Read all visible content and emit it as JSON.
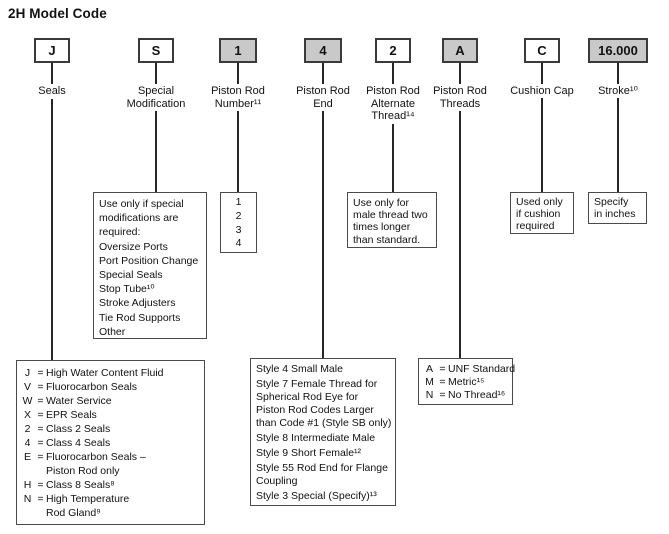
{
  "title": "2H Model Code",
  "separator": "=",
  "colors": {
    "shaded_box_fill": "#c9c9c9",
    "box_border": "#3a3a3a",
    "line": "#262626",
    "detail_border": "#4a4a4a",
    "background": "#ffffff",
    "text": "#111111"
  },
  "columns": [
    {
      "code": "J",
      "shaded": false,
      "label_lines": [
        "Seals"
      ]
    },
    {
      "code": "S",
      "shaded": false,
      "label_lines": [
        "Special",
        "Modification"
      ]
    },
    {
      "code": "1",
      "shaded": true,
      "label_lines": [
        "Piston Rod",
        "Number¹¹"
      ]
    },
    {
      "code": "4",
      "shaded": true,
      "label_lines": [
        "Piston Rod",
        "End"
      ]
    },
    {
      "code": "2",
      "shaded": false,
      "label_lines": [
        "Piston Rod",
        "Alternate",
        "Thread¹⁴"
      ]
    },
    {
      "code": "A",
      "shaded": true,
      "label_lines": [
        "Piston Rod",
        "Threads"
      ]
    },
    {
      "code": "C",
      "shaded": false,
      "label_lines": [
        "Cushion Cap"
      ]
    },
    {
      "code": "16.000",
      "shaded": true,
      "label_lines": [
        "Stroke¹⁰"
      ]
    }
  ],
  "special_modification_box": {
    "lines": [
      "Use only if special",
      "modifications are",
      "required:",
      "Oversize Ports",
      "Port Position Change",
      "Special Seals",
      "Stop Tube¹⁰",
      "Stroke Adjusters",
      "Tie Rod Supports",
      "Other"
    ]
  },
  "rod_number_box": {
    "values": [
      "1",
      "2",
      "3",
      "4"
    ]
  },
  "alt_thread_box": {
    "lines": [
      "Use only for",
      "male thread two",
      "times longer",
      "than standard."
    ]
  },
  "cushion_box": {
    "lines": [
      "Used only",
      "if cushion",
      "required"
    ]
  },
  "stroke_box": {
    "lines": [
      "Specify",
      "in inches"
    ]
  },
  "seals_box": {
    "items": [
      {
        "code": "J",
        "text": "High Water Content Fluid"
      },
      {
        "code": "V",
        "text": "Fluorocarbon Seals"
      },
      {
        "code": "W",
        "text": "Water Service"
      },
      {
        "code": "X",
        "text": "EPR Seals"
      },
      {
        "code": "2",
        "text": "Class 2 Seals"
      },
      {
        "code": "4",
        "text": "Class 4 Seals"
      },
      {
        "code": "E",
        "text": "Fluorocarbon Seals –",
        "text2": "Piston Rod only"
      },
      {
        "code": "H",
        "text": "Class 8 Seals⁸"
      },
      {
        "code": "N",
        "text": "High Temperature",
        "text2": "Rod Gland⁹"
      }
    ]
  },
  "rod_end_box": {
    "entries": [
      [
        "Style 4 Small Male"
      ],
      [
        "Style 7 Female Thread for",
        "Spherical Rod Eye for",
        "Piston Rod Codes Larger",
        "than Code #1 (Style SB only)"
      ],
      [
        "Style 8 Intermediate Male"
      ],
      [
        "Style 9 Short Female¹²"
      ],
      [
        "Style 55 Rod End for Flange",
        "Coupling"
      ],
      [
        "Style 3 Special (Specify)¹³"
      ]
    ]
  },
  "threads_box": {
    "items": [
      {
        "code": "A",
        "text": "UNF Standard"
      },
      {
        "code": "M",
        "text": "Metric¹⁵"
      },
      {
        "code": "N",
        "text": "No Thread¹⁶"
      }
    ]
  }
}
